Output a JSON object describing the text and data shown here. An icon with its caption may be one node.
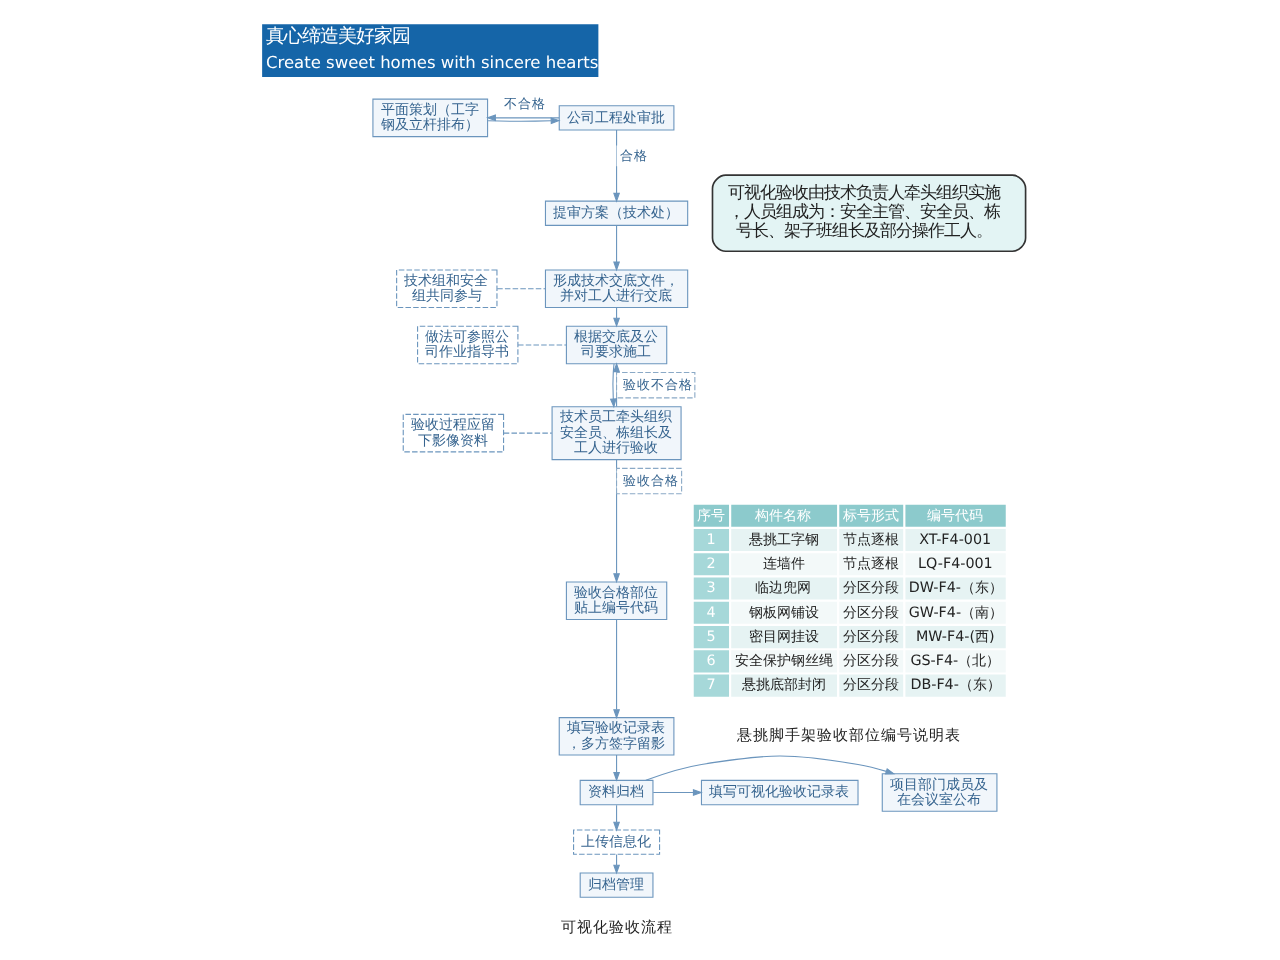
{
  "diagram": {
    "nodes": [
      {
        "text": [
          "平面策划（工字钢及立杆排布）"
        ]
      },
      {
        "text": [
          "公司工程处审批"
        ]
      },
      {
        "text": [
          "提审方案（技术处）"
        ]
      },
      {
        "text": [
          "形成技术交底文件，并对工人进行交底"
        ]
      },
      {
        "text": [
          "技术组和安全组共同参与"
        ]
      },
      {
        "text": [
          "根据交底及公司要求施工"
        ]
      },
      {
        "text": [
          "做法可参照公司作业指导书"
        ]
      },
      {
        "text": [
          "技术员工牵头组织安全员、栋组长及工人进行验收"
        ]
      },
      {
        "text": [
          "验收过程应留下影像资料"
        ]
      },
      {
        "text": [
          "验收合格部位贴上编号代码"
        ]
      },
      {
        "text": [
          "填写验收记录表，多方签字留影"
        ]
      },
      {
        "text": [
          "资料归档"
        ]
      },
      {
        "text": [
          "项目部门成员及在会议室公布"
        ]
      },
      {
        "text": [
          "填写可视化验收记录表"
        ]
      },
      {
        "text": [
          "上传信息化"
        ]
      },
      {
        "text": [
          "归档管理"
        ]
      },
      {
        "text": [
          "可视化验收由技术负责人牵头组织实施，人员组成为：安全主管、安全员、栋号长、架子班组长及部分操作工人。"
        ]
      }
    ],
    "edges": [
      {
        "from": 0,
        "to": 1,
        "arrow": "to"
      },
      {
        "from": 1,
        "to": 0,
        "arrow": "to",
        "label": "不合格"
      },
      {
        "from": 1,
        "to": 2,
        "arrow": "to",
        "label": "合格"
      },
      {
        "from": 2,
        "to": 3,
        "arrow": "to"
      },
      {
        "from": 4,
        "to": 3,
        "arrow": "none",
        "style": "dashed"
      },
      {
        "from": 3,
        "to": 5,
        "arrow": "to"
      },
      {
        "from": 6,
        "to": 5,
        "arrow": "none",
        "style": "dashed"
      },
      {
        "from": 5,
        "to": 7,
        "arrow": "to"
      },
      {
        "from": 8,
        "to": 7,
        "arrow": "none",
        "style": "dashed"
      },
      {
        "from": 7,
        "to": 5,
        "arrow": "to",
        "label": "验收不合格"
      },
      {
        "from": 7,
        "to": 9,
        "arrow": "to",
        "label": "验收合格"
      },
      {
        "from": 9,
        "to": 10,
        "arrow": "to"
      },
      {
        "from": 10,
        "to": 11,
        "arrow": "to"
      },
      {
        "from": 11,
        "to": 12,
        "arrow": "to"
      },
      {
        "from": 11,
        "to": 13,
        "arrow": "to"
      },
      {
        "from": 11,
        "to": 14,
        "arrow": "to"
      },
      {
        "from": 14,
        "to": 15,
        "arrow": "to"
      }
    ],
    "labels": [
      "真心缔造美好家园",
      "Create sweet homes with sincere hearts",
      "序号",
      "构件名称",
      "标号形式",
      "编号代码",
      "1",
      "悬挑工字钢",
      "节点逐根",
      "XT-F4-001",
      "2",
      "连墙件",
      "节点逐根",
      "LQ-F4-001",
      "3",
      "临边兜网",
      "分区分段",
      "DW-F4-（东）",
      "4",
      "钢板网铺设",
      "分区分段",
      "GW-F4-（南）",
      "5",
      "密目网挂设",
      "分区分段",
      "MW-F4-(西)",
      "6",
      "安全保护钢丝绳",
      "分区分段",
      "GS-F4-（北）",
      "7",
      "悬挑底部封闭",
      "分区分段",
      "DB-F4-（东）",
      "可视化验收流程",
      "悬挑脚手架验收部位编号说明表"
    ]
  }
}
